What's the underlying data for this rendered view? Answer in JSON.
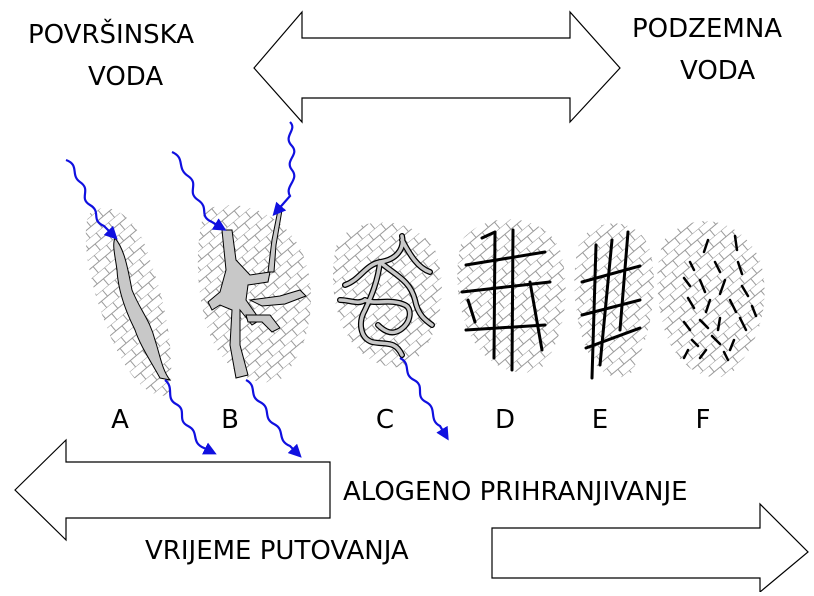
{
  "labels": {
    "surface_line1": "POVRŠINSKA",
    "surface_line2": "VODA",
    "ground_line1": "PODZEMNA",
    "ground_line2": "VODA",
    "recharge": "ALOGENO PRIHRANJIVANJE",
    "travel_time": "VRIJEME PUTOVANJA"
  },
  "panels": [
    {
      "letter": "A"
    },
    {
      "letter": "B"
    },
    {
      "letter": "C"
    },
    {
      "letter": "D"
    },
    {
      "letter": "E"
    },
    {
      "letter": "F"
    }
  ],
  "colors": {
    "flow_arrow": "#1010e0",
    "conduit_fill": "#c8c8c8",
    "hatch": "#9a9a9a",
    "outline": "#000000"
  }
}
